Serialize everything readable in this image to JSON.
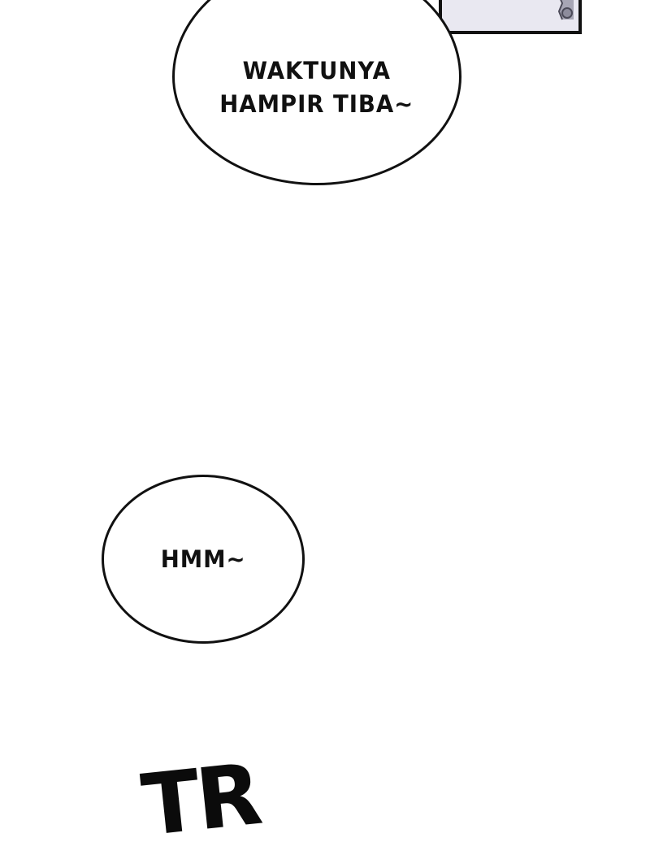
{
  "bubble_top": {
    "line1": "WAKTUNYA",
    "line2": "HAMPIR TIBA~"
  },
  "bubble_mid": {
    "text": "HMM~"
  },
  "sfx": {
    "text": "TR"
  },
  "colors": {
    "ink": "#111111",
    "panel": "#e9e8f1",
    "background": "#ffffff"
  }
}
